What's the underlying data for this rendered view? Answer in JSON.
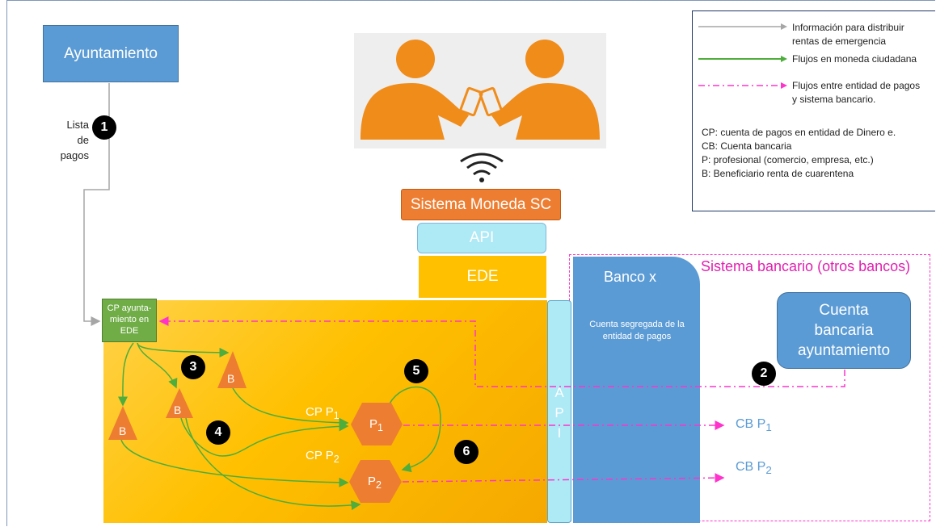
{
  "ayuntamiento": "Ayuntamiento",
  "lista_label": [
    "Lista",
    "de",
    "pagos"
  ],
  "badges": [
    "1",
    "2",
    "3",
    "4",
    "5",
    "6"
  ],
  "sistema_moneda": "Sistema Moneda SC",
  "api_label": "API",
  "ede_label": "EDE",
  "cp_ayuntamiento": [
    "CP ayunta-",
    "miento en",
    "EDE"
  ],
  "api_vertical": [
    "A",
    "P",
    "I"
  ],
  "banco_x": "Banco x",
  "cuenta_segregada": "Cuenta segregada de la entidad de pagos",
  "sistema_bancario": "Sistema bancario (otros bancos)",
  "cuenta_bancaria_ayto": [
    "Cuenta",
    "bancaria",
    "ayuntamiento"
  ],
  "beneficiary_label": "B",
  "p1": {
    "base": "P",
    "sub": "1"
  },
  "p2": {
    "base": "P",
    "sub": "2"
  },
  "cp_p1": {
    "base": "CP P",
    "sub": "1"
  },
  "cp_p2": {
    "base": "CP P",
    "sub": "2"
  },
  "cb_p1": {
    "base": "CB P",
    "sub": "1"
  },
  "cb_p2": {
    "base": "CB P",
    "sub": "2"
  },
  "legend": {
    "items": [
      {
        "text": [
          "Información para distribuir",
          "rentas de emergencia"
        ],
        "color": "#a6a6a6",
        "style": "solid"
      },
      {
        "text": [
          "Flujos en moneda ciudadana"
        ],
        "color": "#4ead3c",
        "style": "solid"
      },
      {
        "text": [
          "Flujos entre entidad de pagos",
          "y sistema bancario."
        ],
        "color": "#ff33cc",
        "style": "dash-dot"
      }
    ],
    "definitions": [
      "CP: cuenta de pagos en entidad de Dinero e.",
      "CB: Cuenta bancaria",
      "P: profesional (comercio, empresa, etc.)",
      "B: Beneficiario renta de cuarentena"
    ]
  },
  "colors": {
    "ayuntamiento": "#5b9bd5",
    "sistema_moneda": "#ed7d31",
    "api": "#aee9f6",
    "ede": "#ffc000",
    "cp_account": "#70ad47",
    "green_flow": "#4ead3c",
    "gray_flow": "#a6a6a6",
    "pink_flow": "#ff33cc"
  },
  "icons": [
    "people-exchanging-phones-icon",
    "wifi-icon"
  ]
}
